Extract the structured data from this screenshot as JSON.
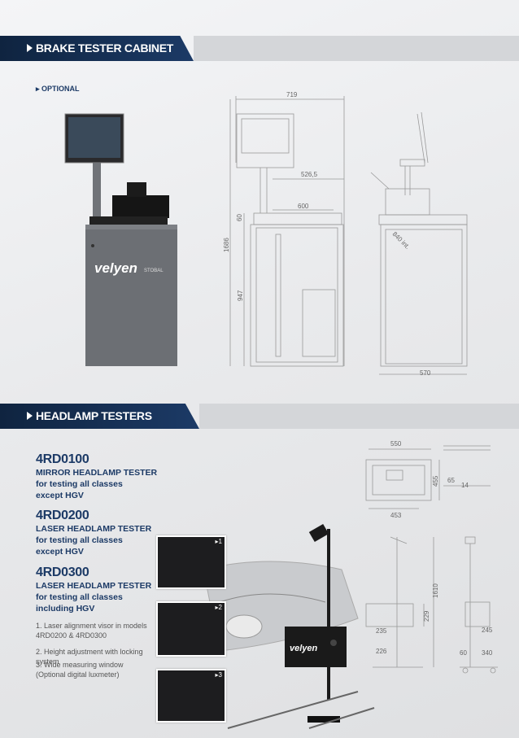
{
  "section1": {
    "title": "BRAKE TESTER CABINET",
    "optional": "OPTIONAL"
  },
  "cabinet": {
    "brand": "velyen",
    "sub_brand": "STOBAL"
  },
  "cabinet_dims": {
    "width": "719",
    "monitor_offset": "526,5",
    "desk": "600",
    "desk_h": "60",
    "height": "1686",
    "body_h": "947",
    "side_label": "840 int.",
    "side_width": "570"
  },
  "section2": {
    "title": "HEADLAMP TESTERS"
  },
  "products": [
    {
      "code": "4RD0100",
      "name": "MIRROR HEADLAMP TESTER",
      "line1": "for testing all classes",
      "line2": "except HGV"
    },
    {
      "code": "4RD0200",
      "name": "LASER HEADLAMP TESTER",
      "line1": "for testing all classes",
      "line2": "except HGV"
    },
    {
      "code": "4RD0300",
      "name": "LASER HEADLAMP TESTER",
      "line1": "for testing all classes",
      "line2": "including HGV"
    }
  ],
  "notes": [
    "1. Laser alignment visor in models 4RD0200 & 4RD0300",
    "2. Height adjustment with locking system",
    "3. Wide measuring window (Optional digital luxmeter)"
  ],
  "photo_numbers": [
    "1",
    "2",
    "3"
  ],
  "tester_brand": "velyen",
  "tester_dims": {
    "top_width": "550",
    "top_depth": "455",
    "base_width": "453",
    "side_a": "65",
    "side_b": "14",
    "height": "1610",
    "window": "229",
    "lower": "235",
    "base_a": "226",
    "side_c": "245",
    "side_d": "60",
    "side_e": "340"
  }
}
